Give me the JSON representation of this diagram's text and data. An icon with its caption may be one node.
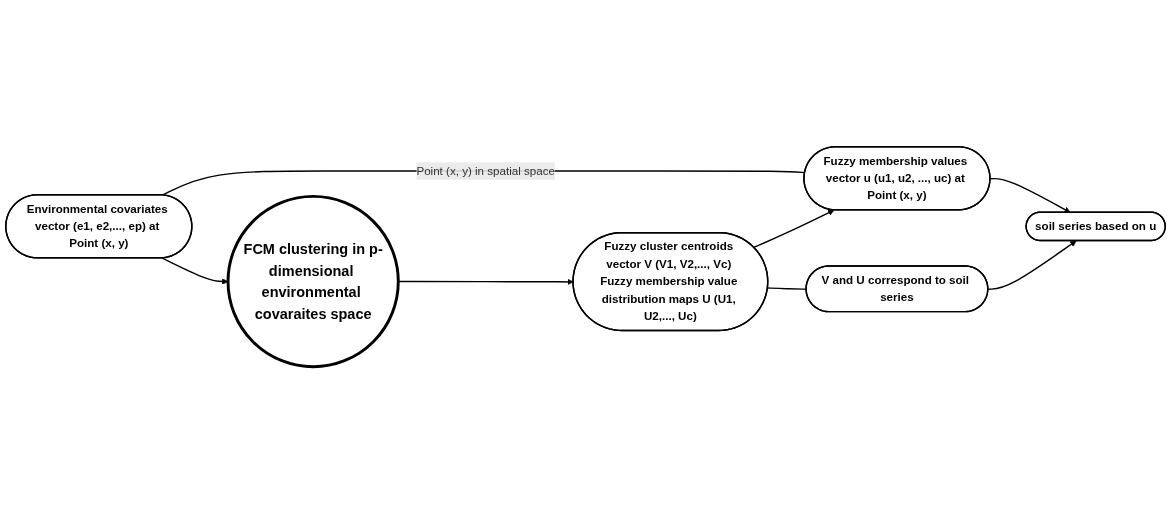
{
  "diagram": {
    "nodes": [
      {
        "text": [
          "Environmental covariates vector (e1, e2,..., ep) at Point (x, y)"
        ]
      },
      {
        "text": [
          "FCM clustering in p-dimensional environmental covaraites space"
        ]
      },
      {
        "text": [
          "Fuzzy cluster centroids vector V (V1, V2,..., Vc) Fuzzy membership value distribution maps U (U1, U2,..., Uc)"
        ]
      },
      {
        "text": [
          "Fuzzy membership values vector u (u1, u2, ..., uc) at Point (x, y)"
        ]
      },
      {
        "text": [
          "V and U correspond to soil series"
        ]
      },
      {
        "text": [
          "soil series based on u"
        ]
      }
    ],
    "edges": [
      {
        "from": 0,
        "to": 3,
        "arrow": "none",
        "label": "Point (x, y) in spatial space"
      },
      {
        "from": 0,
        "to": 1,
        "arrow": "to"
      },
      {
        "from": 1,
        "to": 2,
        "arrow": "to"
      },
      {
        "from": 2,
        "to": 3,
        "arrow": "to"
      },
      {
        "from": 2,
        "to": 4,
        "arrow": "none"
      },
      {
        "from": 3,
        "to": 5,
        "arrow": "to"
      },
      {
        "from": 4,
        "to": 5,
        "arrow": "to"
      }
    ]
  }
}
